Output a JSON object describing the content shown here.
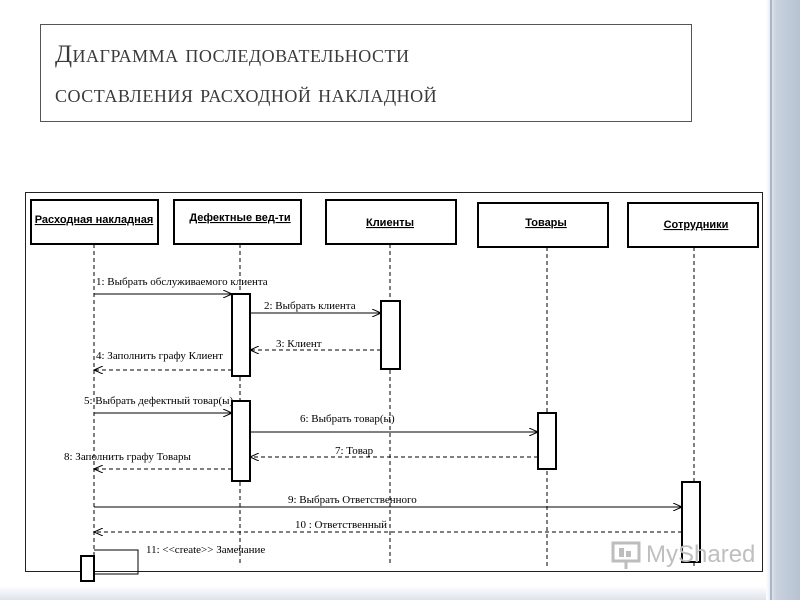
{
  "slide": {
    "title_line1": "Диаграмма последовательности",
    "title_line2": "составления расходной накладной"
  },
  "lifelines": [
    {
      "label": "Расходная накладная"
    },
    {
      "label": "Дефектные вед-ти"
    },
    {
      "label": "Клиенты "
    },
    {
      "label": "Товары"
    },
    {
      "label": "Сотрудники"
    }
  ],
  "messages": [
    {
      "label": "1: Выбрать обслуживаемого клиента",
      "type": "call"
    },
    {
      "label": "2: Выбрать клиента",
      "type": "call"
    },
    {
      "label": "3: Клиент",
      "type": "return"
    },
    {
      "label": "4: Заполнить графу Клиент",
      "type": "return"
    },
    {
      "label": "5: Выбрать дефектный товар(ы)",
      "type": "call"
    },
    {
      "label": "6: Выбрать товар(ы)",
      "type": "call"
    },
    {
      "label": "7: Товар",
      "type": "return"
    },
    {
      "label": "8: Заполнить графу Товары",
      "type": "return"
    },
    {
      "label": "9: Выбрать Ответственного",
      "type": "call"
    },
    {
      "label": "10 : Ответственный",
      "type": "return"
    },
    {
      "label": "11: <<create>> Замечание",
      "type": "self"
    }
  ],
  "watermark": {
    "text": "MyShared",
    "icon": "presentation-board-icon"
  }
}
